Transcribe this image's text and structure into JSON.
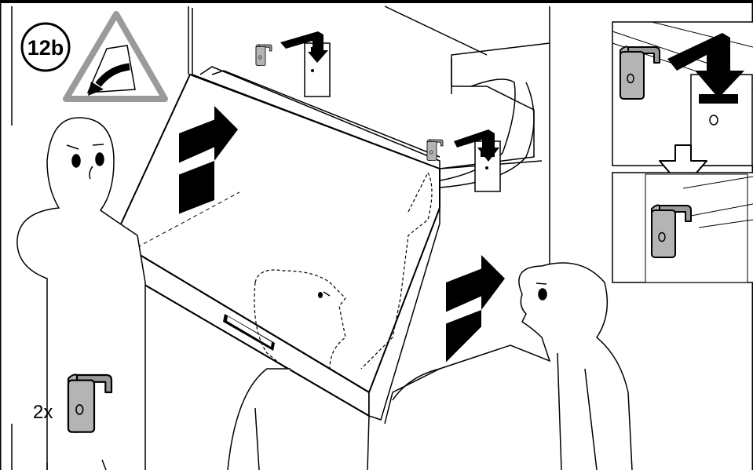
{
  "step": {
    "number": "12b"
  },
  "icons": {
    "warning": "two-person-lift-warning-triangle",
    "direction": "push-arrow",
    "clip": "mounting-clip"
  },
  "parts": {
    "quantity_label": "2x"
  },
  "colors": {
    "ink": "#000000",
    "part_fill": "#b4b4b4",
    "warning_border": "#909090",
    "background": "#ffffff"
  }
}
